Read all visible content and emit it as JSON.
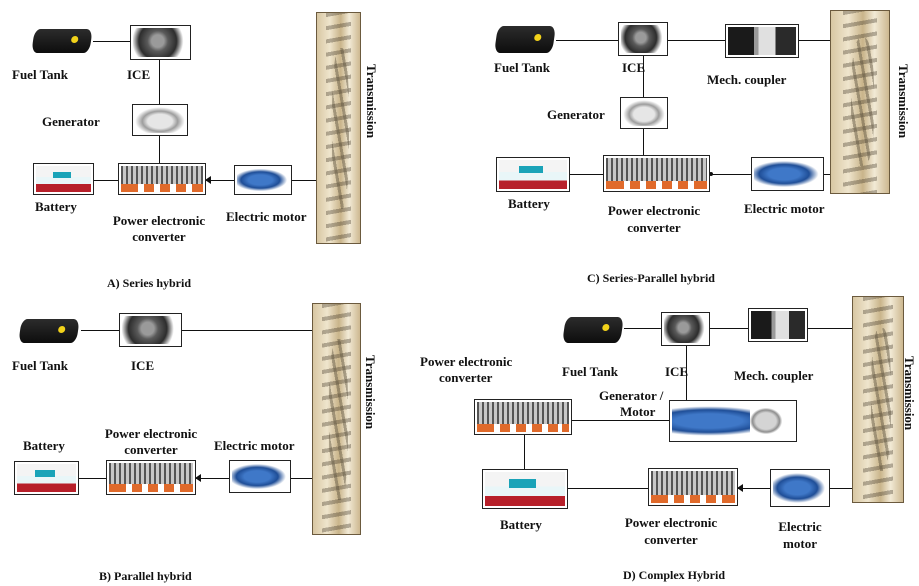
{
  "panels": {
    "a": {
      "caption": "A) Series hybrid",
      "fuel_tank": "Fuel Tank",
      "ice": "ICE",
      "generator": "Generator",
      "battery": "Battery",
      "pec_line1": "Power electronic",
      "pec_line2": "converter",
      "electric_motor": "Electric motor",
      "transmission": "Transmission"
    },
    "b": {
      "caption": "B) Parallel hybrid",
      "fuel_tank": "Fuel Tank",
      "ice": "ICE",
      "battery": "Battery",
      "pec_line1": "Power electronic",
      "pec_line2": "converter",
      "electric_motor": "Electric motor",
      "transmission": "Transmission"
    },
    "c": {
      "caption": "C) Series-Parallel hybrid",
      "fuel_tank": "Fuel Tank",
      "ice": "ICE",
      "mech_coupler": "Mech. coupler",
      "generator": "Generator",
      "battery": "Battery",
      "pec_line1": "Power electronic",
      "pec_line2": "converter",
      "electric_motor": "Electric motor",
      "transmission": "Transmission"
    },
    "d": {
      "caption": "D) Complex Hybrid",
      "fuel_tank": "Fuel Tank",
      "ice": "ICE",
      "mech_coupler": "Mech. coupler",
      "pec_top_line1": "Power electronic",
      "pec_top_line2": "converter",
      "gen_motor_line1": "Generator /",
      "gen_motor_line2": "Motor",
      "battery": "Battery",
      "pec_line1": "Power electronic",
      "pec_line2": "converter",
      "em_line1": "Electric",
      "em_line2": "motor",
      "transmission": "Transmission"
    }
  },
  "component_icons": {
    "fuel_tank": "fuel-tank-image",
    "ice": "engine-image",
    "generator": "generator-image",
    "battery": "battery-image",
    "converter": "converter-image",
    "motor": "electric-motor-image",
    "coupler": "mech-coupler-image",
    "transmission": "transmission-image"
  }
}
